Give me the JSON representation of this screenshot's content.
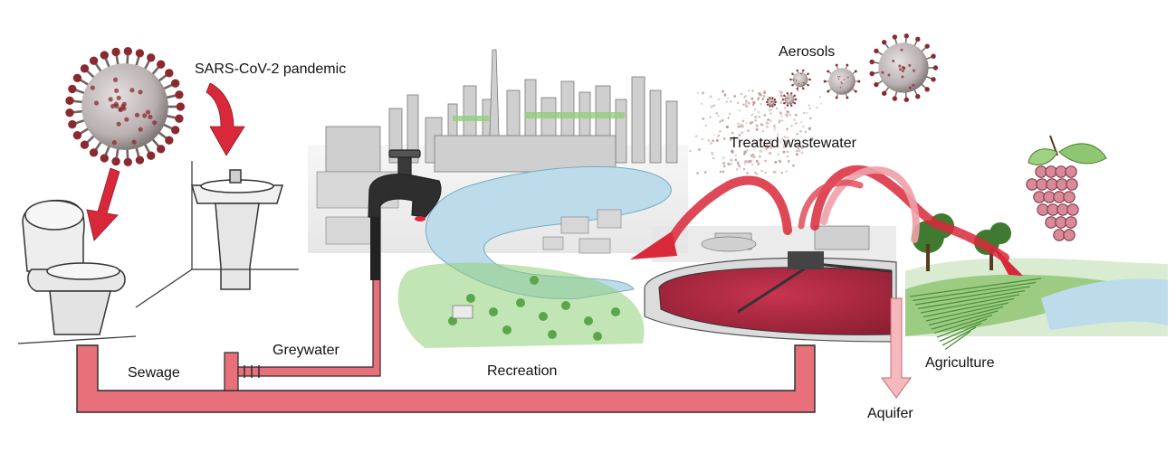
{
  "labels": {
    "pandemic": "SARS-CoV-2 pandemic",
    "aerosols": "Aerosols",
    "treated_wastewater": "Treated wastewater",
    "sewage": "Sewage",
    "greywater": "Greywater",
    "recreation": "Recreation",
    "agriculture": "Agriculture",
    "aquifer": "Aquifer"
  },
  "colors": {
    "pipe_fill": "#e8707a",
    "pipe_stroke": "#2a2a2a",
    "flow_arrow": "#d8283a",
    "pale_arrow": "#f5b8be",
    "virus_body": "#c9c2c2",
    "virus_spike": "#8a2a30",
    "tank_water": "#b8283e",
    "water": "#bcdcec",
    "vegetation": "#8fcf7a"
  },
  "icons": [
    "virus-icon",
    "toilet-icon",
    "sink-icon",
    "faucet-icon",
    "city-skyline-icon",
    "treatment-tank-icon",
    "grape-icon",
    "crop-field-icon"
  ]
}
